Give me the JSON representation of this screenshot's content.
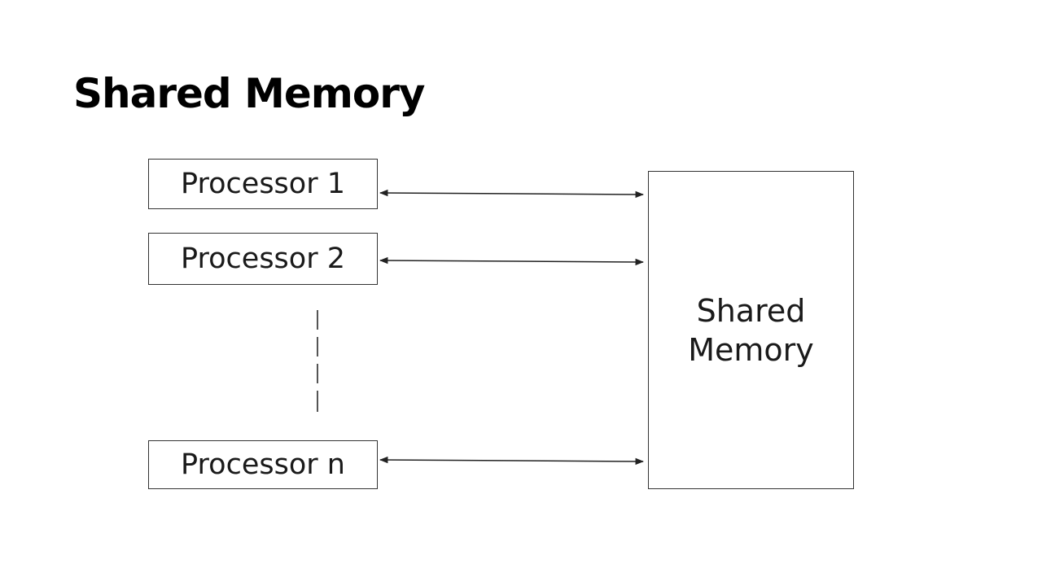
{
  "slide": {
    "title": "Shared Memory"
  },
  "diagram": {
    "processors": [
      {
        "label": "Processor 1"
      },
      {
        "label": "Processor 2"
      },
      {
        "label": "Processor n"
      }
    ],
    "memory": {
      "line1": "Shared",
      "line2": "Memory"
    },
    "colors": {
      "stroke": "#333333",
      "text": "#1a1a1a",
      "background": "#ffffff"
    }
  }
}
